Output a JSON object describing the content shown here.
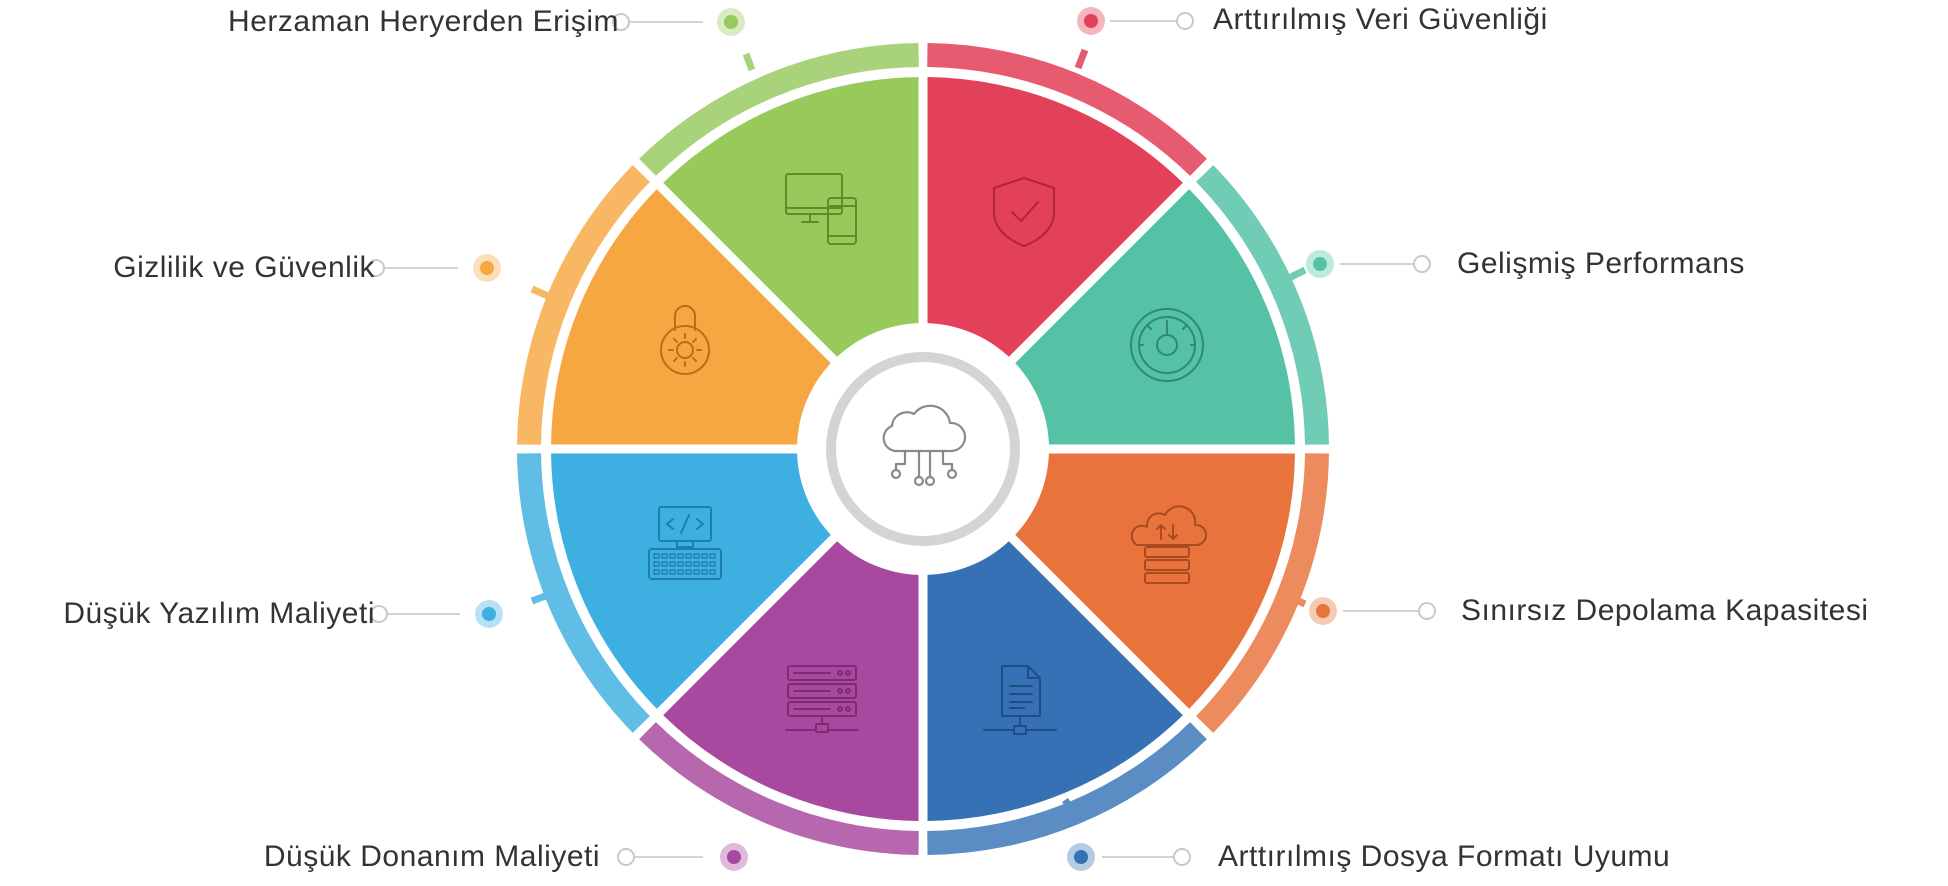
{
  "center": {
    "icon": "cloud-network-icon"
  },
  "segments": [
    {
      "id": "veri-guvenligi",
      "label": "Arttırılmış Veri Güvenliği",
      "color": "#E3415A",
      "ring_color": "#E75B71",
      "icon": "shield-check-icon"
    },
    {
      "id": "performans",
      "label": "Gelişmiş Performans",
      "color": "#55C2A6",
      "ring_color": "#71CCB5",
      "icon": "speedometer-icon"
    },
    {
      "id": "depolama",
      "label": "Sınırsız Depolama Kapasitesi",
      "color": "#E8733C",
      "ring_color": "#EC8C5E",
      "icon": "cloud-storage-icon"
    },
    {
      "id": "dosya-formati",
      "label": "Arttırılmış Dosya Formatı Uyumu",
      "color": "#3671B6",
      "ring_color": "#5B8CC4",
      "icon": "document-network-icon"
    },
    {
      "id": "donanim",
      "label": "Düşük Donanım Maliyeti",
      "color": "#A8489E",
      "ring_color": "#B767AE",
      "icon": "server-rack-icon"
    },
    {
      "id": "yazilim",
      "label": "Düşük Yazılım Maliyeti",
      "color": "#3EAFE1",
      "ring_color": "#5FBDE6",
      "icon": "code-computer-icon"
    },
    {
      "id": "gizlilik",
      "label": "Gizlilik ve Güvenlik",
      "color": "#F6A742",
      "ring_color": "#F8B763",
      "icon": "padlock-icon"
    },
    {
      "id": "erisim",
      "label": "Herzaman Heryerden Erişim",
      "color": "#97C95B",
      "ring_color": "#A9D37A",
      "icon": "devices-icon"
    }
  ]
}
